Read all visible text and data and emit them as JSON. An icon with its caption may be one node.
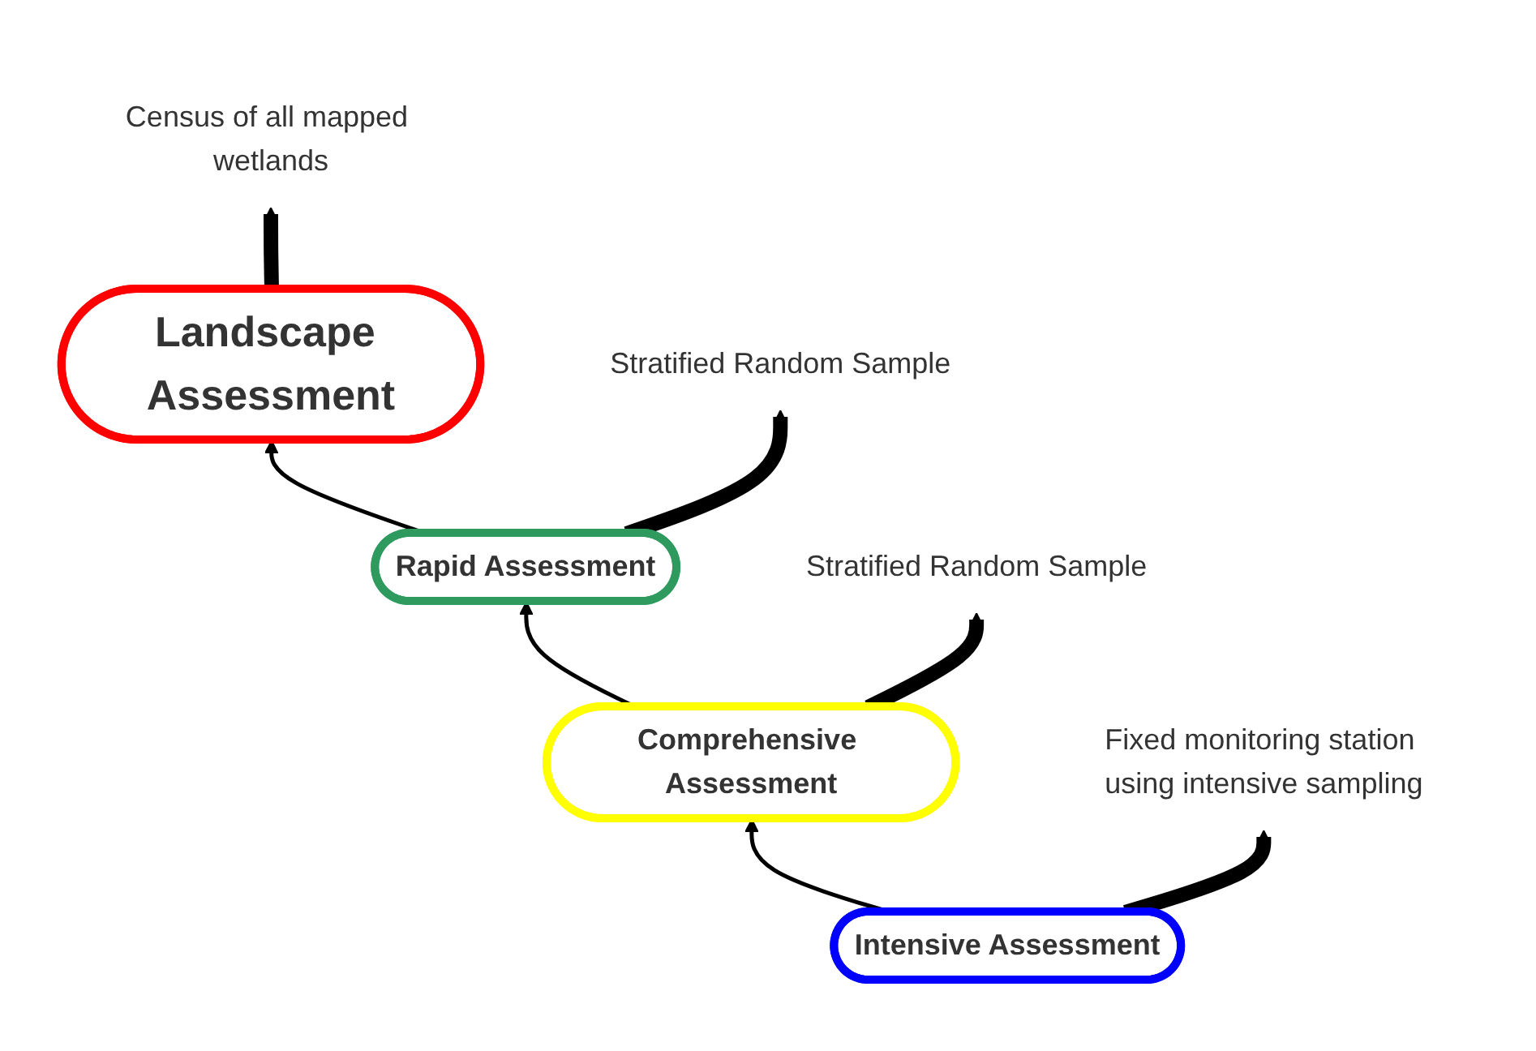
{
  "diagram": {
    "nodes": [
      {
        "text": [
          "Landscape Assessment"
        ]
      },
      {
        "text": [
          "Rapid Assessment"
        ]
      },
      {
        "text": [
          "Comprehensive Assessment"
        ]
      },
      {
        "text": [
          "Intensive Assessment"
        ]
      },
      {
        "text": [
          "Census of all mapped wetlands"
        ]
      },
      {
        "text": [
          "Stratified Random Sample"
        ]
      },
      {
        "text": [
          "Stratified Random Sample"
        ]
      },
      {
        "text": [
          "Fixed monitoring station using intensive sampling"
        ]
      }
    ],
    "edges": [
      {
        "from": 0,
        "to": 4,
        "arrow": "to"
      },
      {
        "from": 1,
        "to": 5,
        "arrow": "to"
      },
      {
        "from": 2,
        "to": 6,
        "arrow": "to"
      },
      {
        "from": 3,
        "to": 7,
        "arrow": "to"
      },
      {
        "from": 3,
        "to": 2,
        "arrow": "to"
      },
      {
        "from": 2,
        "to": 1,
        "arrow": "to"
      },
      {
        "from": 1,
        "to": 0,
        "arrow": "to"
      }
    ]
  }
}
